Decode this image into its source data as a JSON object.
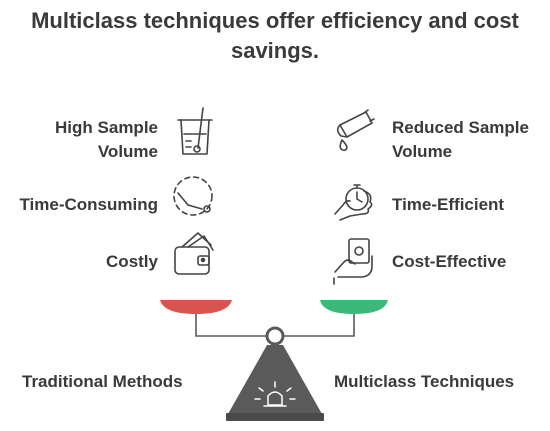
{
  "title": "Multiclass techniques offer efficiency and cost savings.",
  "left": {
    "items": [
      {
        "label": "High Sample Volume",
        "icon": "beaker-icon"
      },
      {
        "label": "Time-Consuming",
        "icon": "dashed-clock-icon"
      },
      {
        "label": "Costly",
        "icon": "wallet-icon"
      }
    ],
    "base_label": "Traditional Methods",
    "pan_color": "#d9534f"
  },
  "right": {
    "items": [
      {
        "label": "Reduced Sample Volume",
        "icon": "test-tube-drop-icon"
      },
      {
        "label": "Time-Efficient",
        "icon": "hand-stopwatch-icon"
      },
      {
        "label": "Cost-Effective",
        "icon": "hand-money-icon"
      }
    ],
    "base_label": "Multiclass Techniques",
    "pan_color": "#3cb878"
  },
  "scale": {
    "base_color": "#5a5a5a",
    "beam_color": "#5a5a5a"
  }
}
